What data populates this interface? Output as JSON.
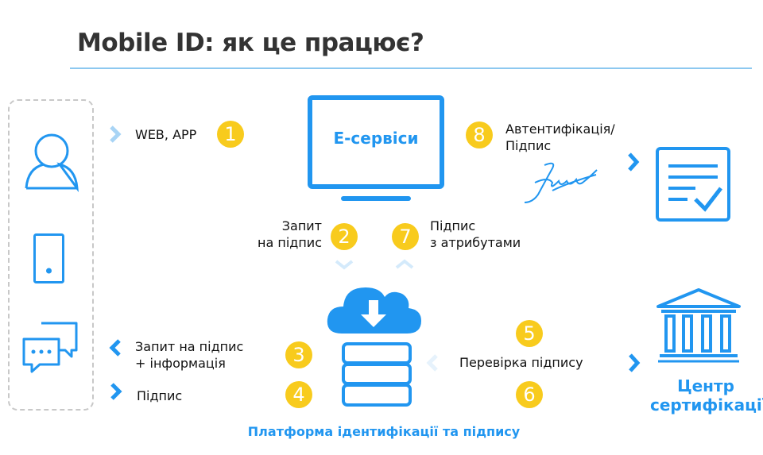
{
  "title": "Mobile ID: як це працює?",
  "steps": {
    "s1": {
      "num": "1",
      "label": "WEB, APP"
    },
    "s2": {
      "num": "2",
      "line1": "Запит",
      "line2": "на підпис"
    },
    "s3": {
      "num": "3",
      "line1": "Запит на підпис",
      "line2": "+ інформація"
    },
    "s4": {
      "num": "4",
      "label": "Підпис"
    },
    "s5": {
      "num": "5"
    },
    "s56_label": "Перевірка підпису",
    "s6": {
      "num": "6"
    },
    "s7": {
      "num": "7",
      "line1": "Підпис",
      "line2": "з атрибутами"
    },
    "s8": {
      "num": "8",
      "line1": "Автентифікація/",
      "line2": "Підпис"
    }
  },
  "eservices_label": "E-сервіси",
  "platform_label": "Платформа ідентифікації та підпису",
  "cert_center": {
    "line1": "Центр",
    "line2": "сертифікації"
  },
  "colors": {
    "blue": "#2196f0",
    "light_blue": "#a8d4f5",
    "yellow": "#f8cb1d"
  }
}
